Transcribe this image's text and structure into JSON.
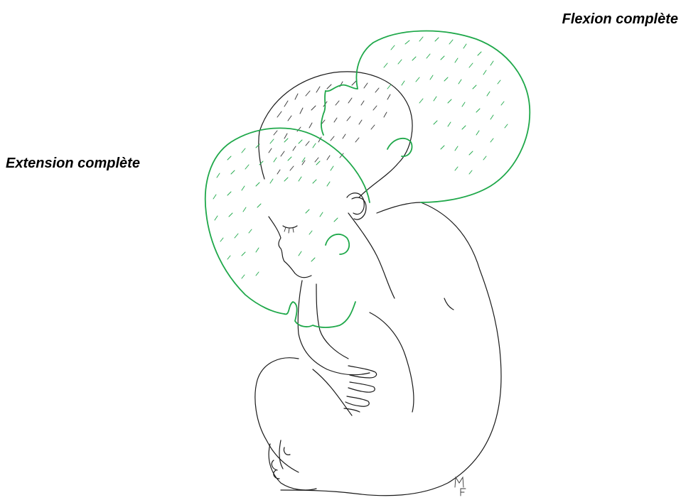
{
  "labels": {
    "flexion": "Flexion complète",
    "extension": "Extension complète"
  },
  "signature": "MF",
  "colors": {
    "outline": "#1a1a1a",
    "head_position_outline": "#1fa84a",
    "background": "#ffffff"
  }
}
